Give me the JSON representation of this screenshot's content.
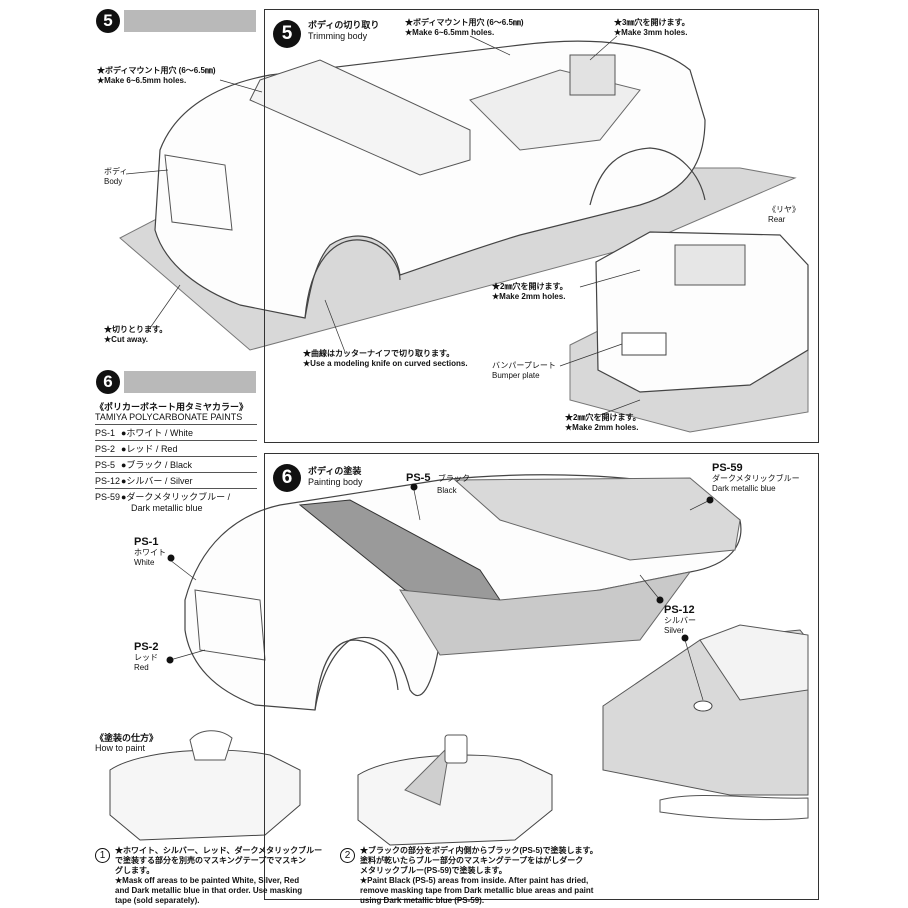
{
  "step5": {
    "number": "5",
    "title_jp": "ボディの切り取り",
    "title_en": "Trimming body",
    "body_mount_jp": "★ボディマウント用穴 (6〜6.5㎜)",
    "body_mount_en": "★Make 6~6.5mm holes.",
    "body_mount2_jp": "★ボディマウント用穴 (6〜6.5㎜)",
    "body_mount2_en": "★Make 6~6.5mm holes.",
    "hole3_jp": "★3㎜穴を開けます。",
    "hole3_en": "★Make 3mm holes.",
    "body_jp": "ボディ",
    "body_en": "Body",
    "cut_jp": "★切りとります。",
    "cut_en": "★Cut away.",
    "knife_jp": "★曲線はカッターナイフで切り取ります。",
    "knife_en": "★Use a modeling knife on curved sections.",
    "rear_jp": "《リヤ》",
    "rear_en": "Rear",
    "hole2a_jp": "★2㎜穴を開けます。",
    "hole2a_en": "★Make 2mm holes.",
    "bumper_jp": "バンパープレート",
    "bumper_en": "Bumper plate",
    "hole2b_jp": "★2㎜穴を開けます。",
    "hole2b_en": "★Make 2mm holes."
  },
  "step6": {
    "number": "6",
    "paints_title_jp": "《ポリカーボネート用タミヤカラー》",
    "paints_title_en": "TAMIYA POLYCARBONATE PAINTS",
    "paints": [
      {
        "code": "PS-1",
        "name": "●ホワイト / White"
      },
      {
        "code": "PS-2",
        "name": "●レッド / Red"
      },
      {
        "code": "PS-5",
        "name": "●ブラック / Black"
      },
      {
        "code": "PS-12",
        "name": "●シルバー / Silver"
      },
      {
        "code": "PS-59",
        "name": "●ダークメタリックブルー /"
      }
    ],
    "paints_last_line2": "Dark metallic blue",
    "title_jp": "ボディの塗装",
    "title_en": "Painting body",
    "ps5_code": "PS-5",
    "ps5_jp": "ブラック",
    "ps5_en": "Black",
    "ps59_code": "PS-59",
    "ps59_jp": "ダークメタリックブルー",
    "ps59_en": "Dark metallic blue",
    "ps1_code": "PS-1",
    "ps1_jp": "ホワイト",
    "ps1_en": "White",
    "ps12_code": "PS-12",
    "ps12_jp": "シルバー",
    "ps12_en": "Silver",
    "ps2_code": "PS-2",
    "ps2_jp": "レッド",
    "ps2_en": "Red",
    "howto_jp": "《塗装の仕方》",
    "howto_en": "How to paint",
    "step1_num": "1",
    "step1_jp": [
      "★ホワイト、シルバー、レッド、ダークメタリックブルー",
      "で塗装する部分を別売のマスキングテープでマスキン",
      "グします。"
    ],
    "step1_en": [
      "★Mask off areas to be painted White, Silver, Red",
      "and Dark metallic blue in that order. Use masking",
      "tape (sold separately)."
    ],
    "step2_num": "2",
    "step2_jp": [
      "★ブラックの部分をボディ内側からブラック(PS-5)で塗装します。",
      "塗料が乾いたらブルー部分のマスキングテープをはがしダーク",
      "メタリックブルー(PS-59)で塗装します。"
    ],
    "step2_en": [
      "★Paint Black (PS-5) areas from inside. After paint has dried,",
      "remove masking tape from Dark metallic blue areas and paint",
      "using Dark metallic blue (PS-59)."
    ]
  }
}
